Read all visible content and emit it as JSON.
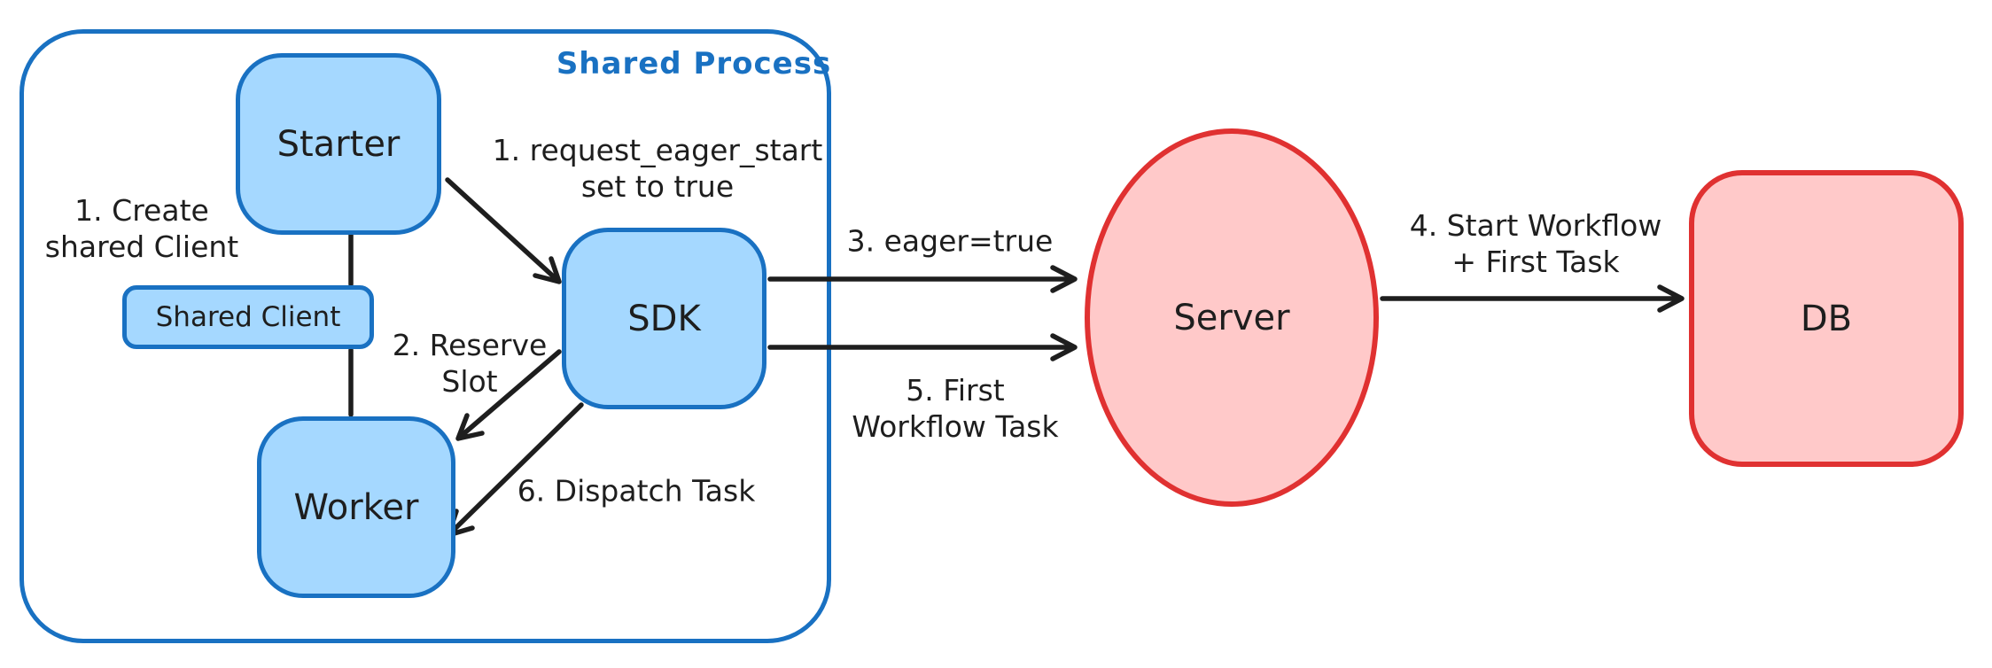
{
  "group": {
    "label": "Shared Process"
  },
  "nodes": {
    "starter": "Starter",
    "shared_client": "Shared Client",
    "worker": "Worker",
    "sdk": "SDK",
    "server": "Server",
    "db": "DB"
  },
  "annotations": {
    "create_client_line1": "1. Create",
    "create_client_line2": "shared Client",
    "eager_start_line1": "1. request_eager_start",
    "eager_start_line2": "set to true",
    "reserve_line1": "2. Reserve",
    "reserve_line2": "Slot",
    "dispatch": "6. Dispatch Task",
    "eager_true": "3. eager=true",
    "first_task_line1": "5. First",
    "first_task_line2": "Workflow Task",
    "start_workflow_line1": "4. Start Workflow",
    "start_workflow_line2": "+ First Task"
  },
  "colors": {
    "blue_stroke": "#1971c2",
    "blue_fill": "#a5d8ff",
    "red_stroke": "#e03131",
    "red_fill": "#ffc9c9",
    "ink": "#1e1e1e",
    "background": "#ffffff"
  }
}
